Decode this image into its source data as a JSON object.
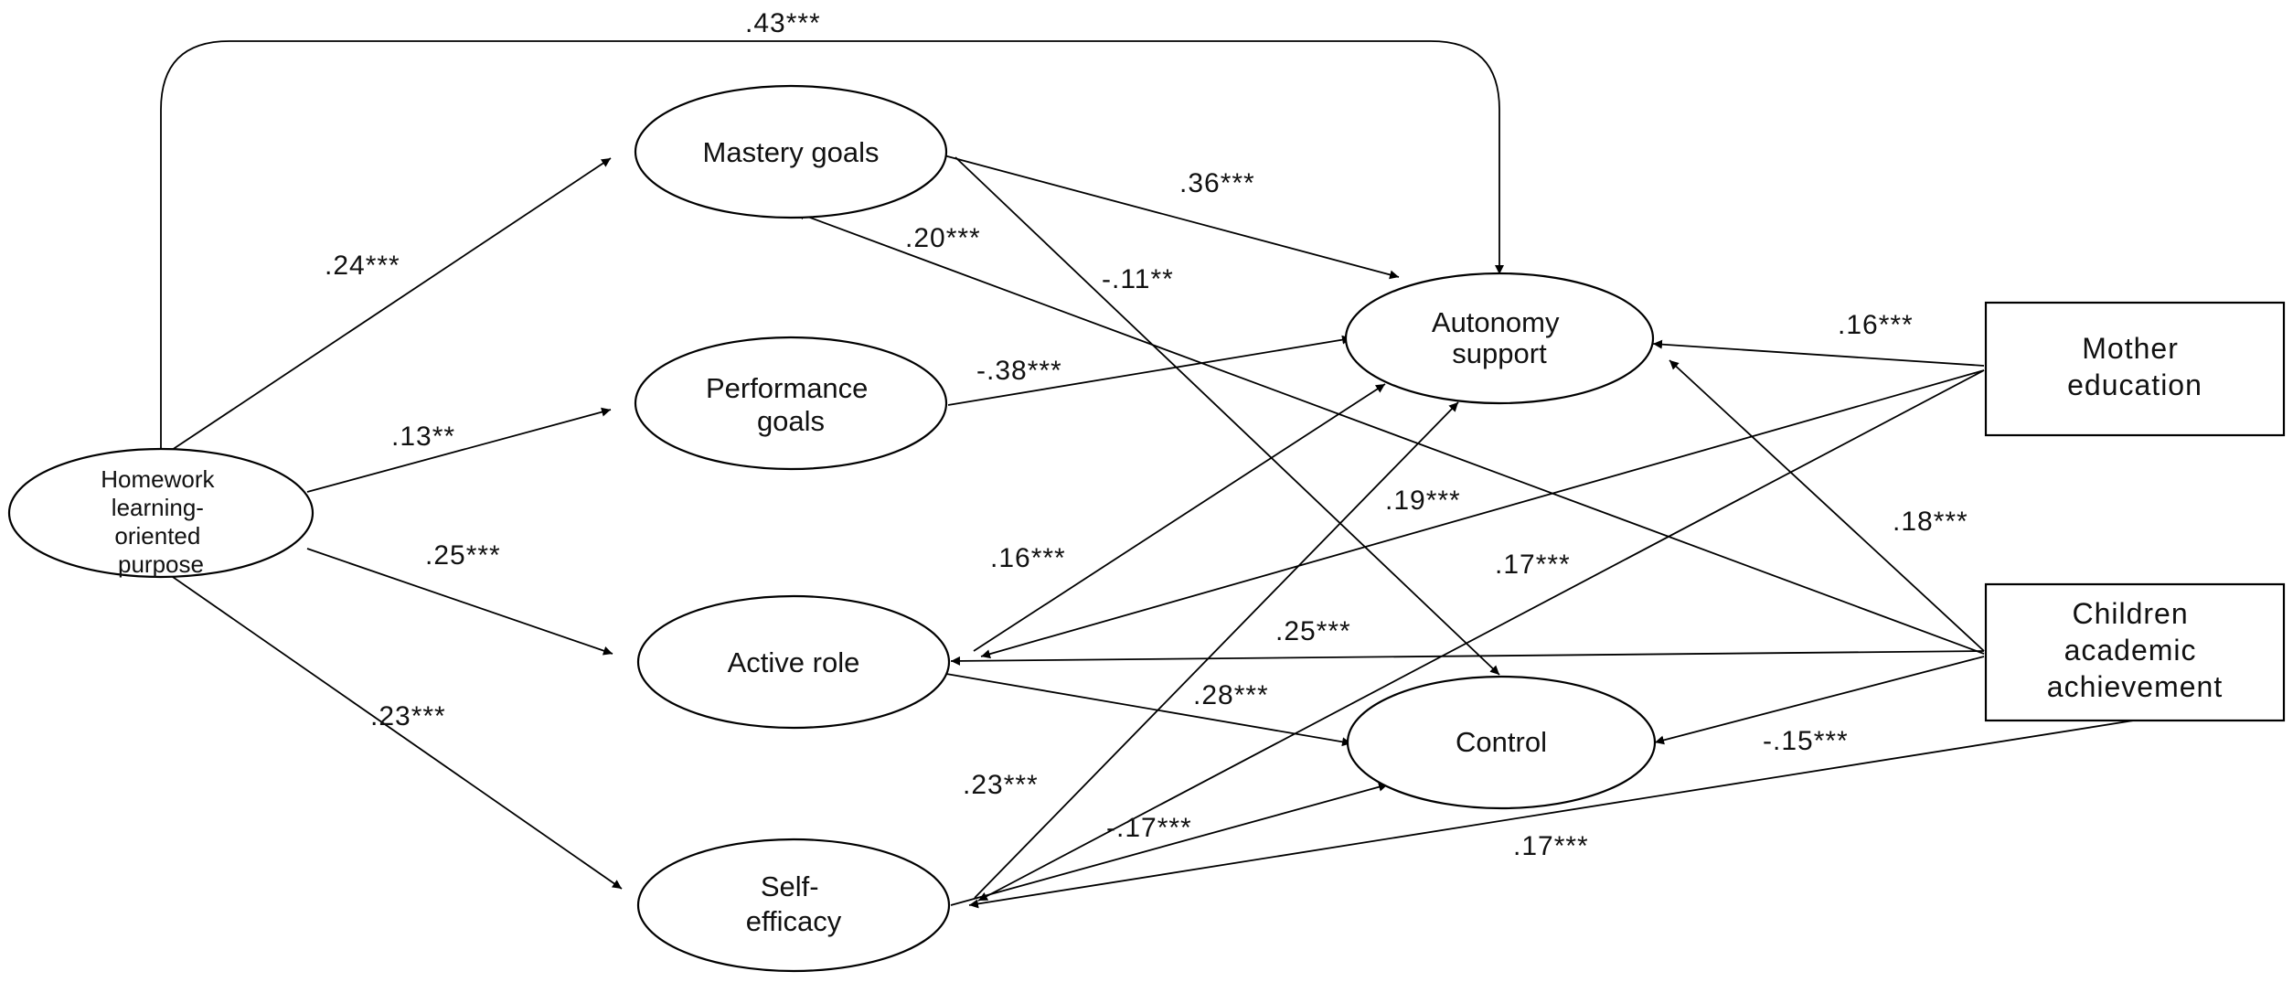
{
  "nodes": {
    "homework": [
      "Homework",
      "learning-",
      "oriented",
      "purpose"
    ],
    "mastery": [
      "Mastery goals"
    ],
    "performance": [
      "Performance",
      "goals"
    ],
    "active": [
      "Active role"
    ],
    "selfefficacy": [
      "Self-",
      "efficacy"
    ],
    "autonomy": [
      "Autonomy",
      "support"
    ],
    "control": [
      "Control"
    ],
    "mother": [
      "Mother",
      "education"
    ],
    "children": [
      "Children",
      "academic",
      "achievement"
    ]
  },
  "coefficients": {
    "hw_autonomy": ".43***",
    "hw_mastery": ".24***",
    "hw_performance": ".13**",
    "hw_active": ".25***",
    "hw_selfefficacy": ".23***",
    "mastery_autonomy": ".36***",
    "children_mastery": ".20***",
    "mastery_control": "-.11**",
    "performance_autonomy": "-.38***",
    "mother_autonomy": ".16***",
    "mother_active": ".19***",
    "children_autonomy": ".18***",
    "active_autonomy": ".16***",
    "mother_selfefficacy": ".17***",
    "children_active": ".25***",
    "active_control": ".28***",
    "selfefficacy_autonomy": ".23***",
    "children_control": "-.15***",
    "selfefficacy_control": "-.17***",
    "children_selfefficacy": ".17***"
  }
}
